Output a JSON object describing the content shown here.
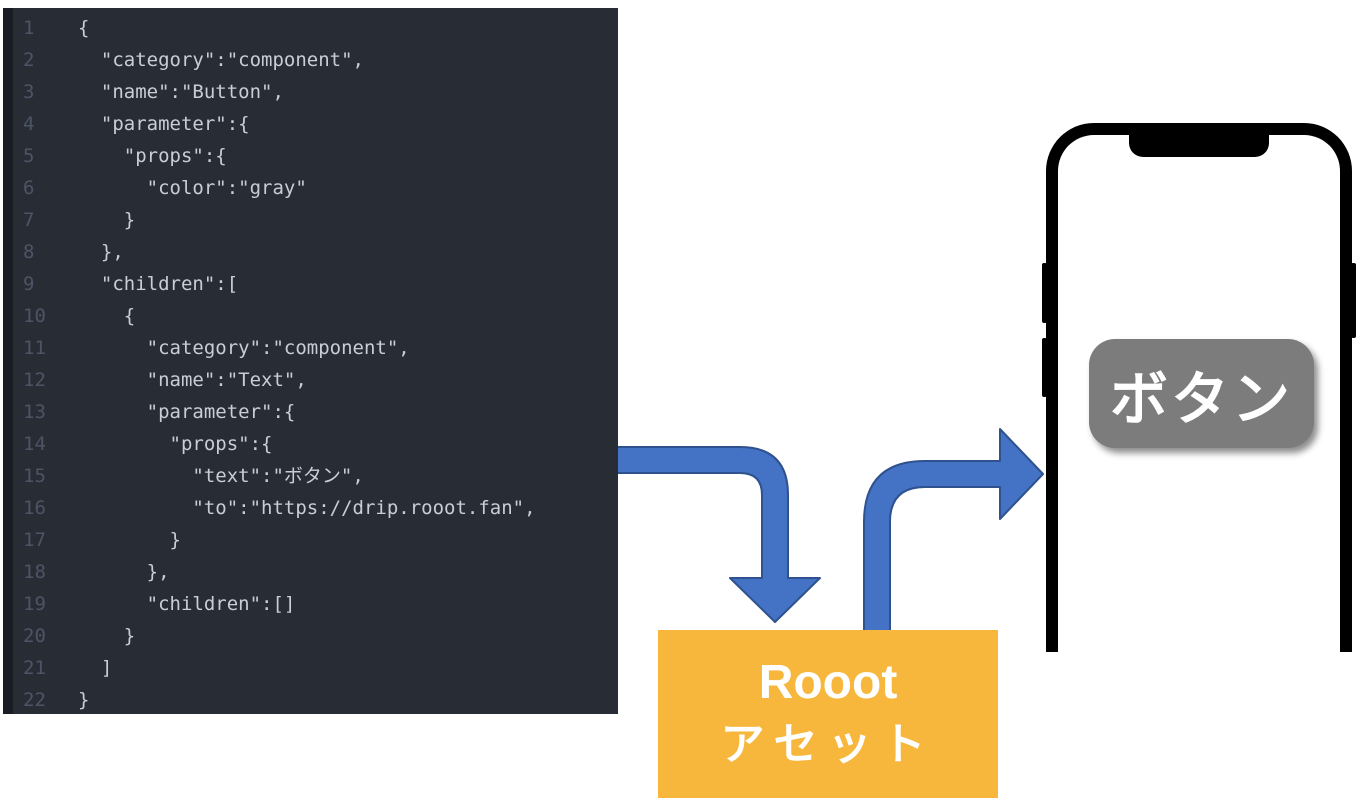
{
  "editor": {
    "lines": [
      {
        "num": "1",
        "code": "{"
      },
      {
        "num": "2",
        "code": "  \"category\":\"component\","
      },
      {
        "num": "3",
        "code": "  \"name\":\"Button\","
      },
      {
        "num": "4",
        "code": "  \"parameter\":{"
      },
      {
        "num": "5",
        "code": "    \"props\":{"
      },
      {
        "num": "6",
        "code": "      \"color\":\"gray\""
      },
      {
        "num": "7",
        "code": "    }"
      },
      {
        "num": "8",
        "code": "  },"
      },
      {
        "num": "9",
        "code": "  \"children\":["
      },
      {
        "num": "10",
        "code": "    {"
      },
      {
        "num": "11",
        "code": "      \"category\":\"component\","
      },
      {
        "num": "12",
        "code": "      \"name\":\"Text\","
      },
      {
        "num": "13",
        "code": "      \"parameter\":{"
      },
      {
        "num": "14",
        "code": "        \"props\":{"
      },
      {
        "num": "15",
        "code": "          \"text\":\"ボタン\","
      },
      {
        "num": "16",
        "code": "          \"to\":\"https://drip.rooot.fan\","
      },
      {
        "num": "17",
        "code": "        }"
      },
      {
        "num": "18",
        "code": "      },"
      },
      {
        "num": "19",
        "code": "      \"children\":[]"
      },
      {
        "num": "20",
        "code": "    }"
      },
      {
        "num": "21",
        "code": "  ]"
      },
      {
        "num": "22",
        "code": "}"
      }
    ],
    "colors": {
      "background": "#282C34",
      "edge": "#1A1D23",
      "text": "#C9CED6",
      "line_number": "#4C5566"
    }
  },
  "asset_box": {
    "title_line1": "Rooot",
    "title_line2": "アセット",
    "bg_color": "#F6B73C",
    "text_color": "#FFFFFF"
  },
  "phone": {
    "frame_color": "#000000",
    "button_label": "ボタン",
    "button_color": "#7C7C7C"
  },
  "arrows": {
    "fill_color": "#4472C4",
    "stroke_color": "#2F528F"
  }
}
